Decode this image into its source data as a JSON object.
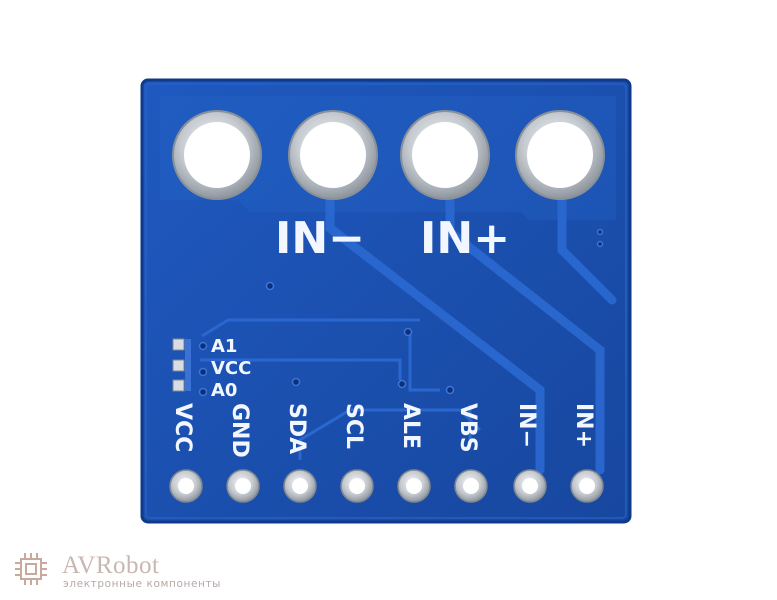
{
  "board": {
    "screw_terminal_labels": [
      "IN−",
      "IN+"
    ],
    "address_labels": [
      "A1",
      "VCC",
      "A0"
    ],
    "header_pins": [
      "VCC",
      "GND",
      "SDA",
      "SCL",
      "ALE",
      "VBS",
      "IN−",
      "IN+"
    ],
    "colors": {
      "pcb": "#1a4fb0",
      "pcb_edge": "#123f94",
      "silk": "#f2f6ff",
      "pad": "#c9cdd2"
    }
  },
  "watermark": {
    "brand": "AVRobot",
    "tagline": "электронные компоненты",
    "logo_icon": "chip-icon"
  }
}
